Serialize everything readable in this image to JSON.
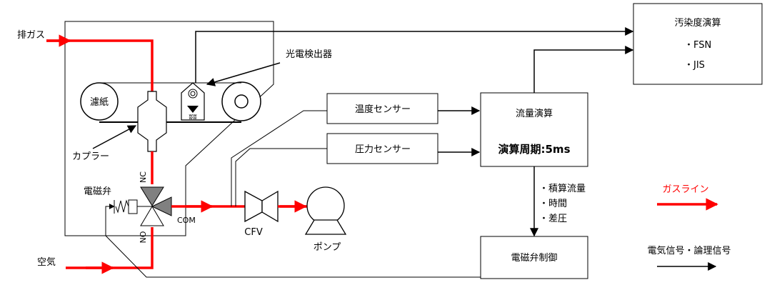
{
  "inputs": {
    "exhaust": "排ガス",
    "air": "空気"
  },
  "components": {
    "filter_paper": "濾紙",
    "photo_detector": "光電検出器",
    "coupler": "カプラー",
    "solenoid_valve": "電磁弁",
    "nc": "NC",
    "no": "NO",
    "com": "COM",
    "cfv": "CFV",
    "pump": "ポンプ"
  },
  "blocks": {
    "pollution_calc": {
      "title": "汚染度演算",
      "items": [
        "・FSN",
        "・JIS"
      ]
    },
    "temp_sensor": "温度センサー",
    "pressure_sensor": "圧力センサー",
    "flow_calc": {
      "title": "流量演算",
      "period": "演算周期:5ms"
    },
    "valve_control": "電磁弁制御"
  },
  "signals": [
    "・積算流量",
    "・時間",
    "・差圧"
  ],
  "legend": {
    "gas_line": "ガスライン",
    "signal_line": "電気信号・論理信号"
  },
  "colors": {
    "gas": "#ff0000",
    "signal": "#000000",
    "valve": "#808080"
  }
}
